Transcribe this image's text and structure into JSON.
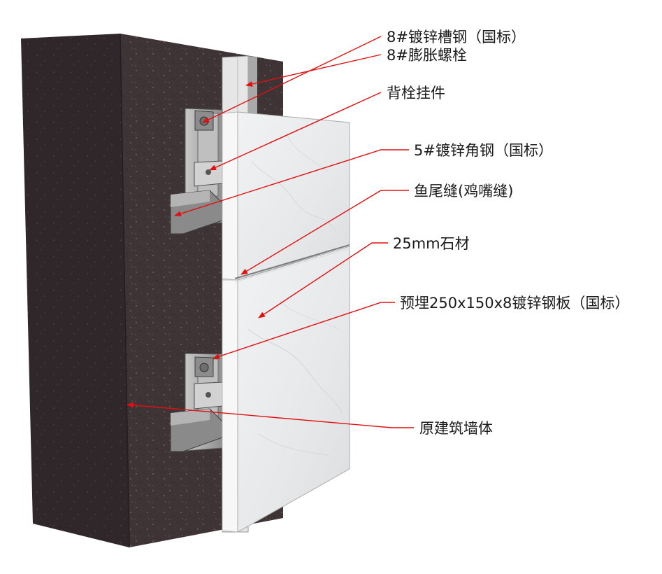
{
  "labels": {
    "channel_steel": "8#镀锌槽钢（国标）",
    "expansion_bolt": "8#膨胀螺栓",
    "back_bolt_hanger": "背栓挂件",
    "angle_steel": "5#镀锌角钢（国标）",
    "fishtail_joint": "鱼尾缝(鸡嘴缝)",
    "stone": "25mm石材",
    "embedded_plate": "预埋250x150x8镀锌钢板（国标）",
    "wall": "原建筑墙体"
  },
  "colors": {
    "leader": "#e01010",
    "wall": "#3e3436",
    "stone": "#e9eaec",
    "steel": "#9a9a9a"
  }
}
